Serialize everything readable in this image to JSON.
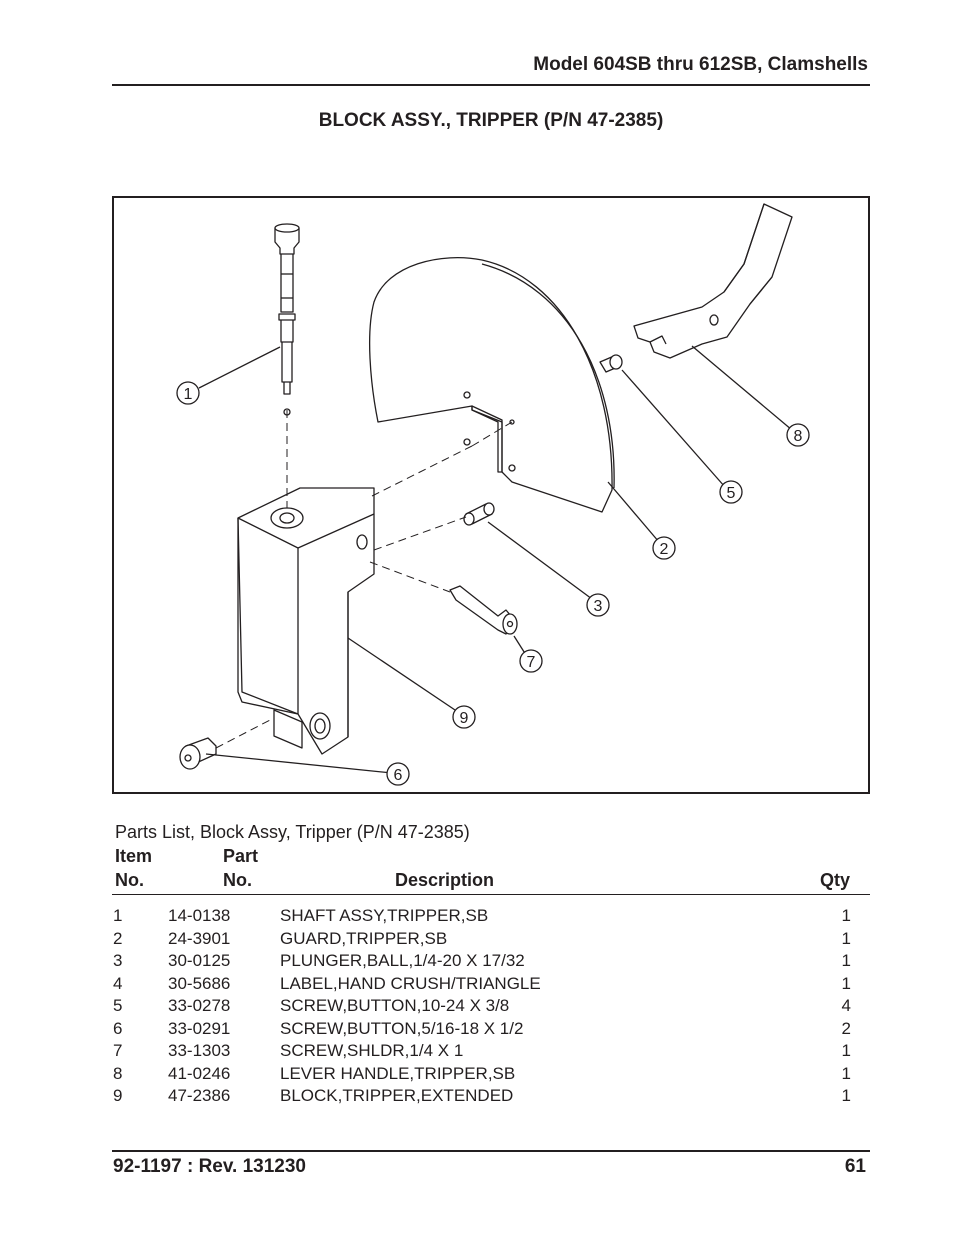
{
  "header": {
    "model": "Model 604SB thru 612SB, Clamshells"
  },
  "title": "BLOCK ASSY., TRIPPER (P/N 47-2385)",
  "diagram": {
    "callouts": [
      "1",
      "8",
      "5",
      "2",
      "3",
      "7",
      "9",
      "6"
    ]
  },
  "parts": {
    "caption": "Parts List, Block Assy, Tripper (P/N 47-2385)",
    "headers": {
      "item_line1": "Item",
      "item_line2": "No.",
      "part_line1": "Part",
      "part_line2": "No.",
      "description": "Description",
      "qty": "Qty"
    },
    "rows": [
      {
        "item": "1",
        "part": "14-0138",
        "description": "SHAFT ASSY,TRIPPER,SB",
        "qty": "1"
      },
      {
        "item": "2",
        "part": "24-3901",
        "description": "GUARD,TRIPPER,SB",
        "qty": "1"
      },
      {
        "item": "3",
        "part": "30-0125",
        "description": "PLUNGER,BALL,1/4-20 X 17/32",
        "qty": "1"
      },
      {
        "item": "4",
        "part": "30-5686",
        "description": "LABEL,HAND CRUSH/TRIANGLE",
        "qty": "1"
      },
      {
        "item": "5",
        "part": "33-0278",
        "description": "SCREW,BUTTON,10-24 X 3/8",
        "qty": "4"
      },
      {
        "item": "6",
        "part": "33-0291",
        "description": "SCREW,BUTTON,5/16-18 X 1/2",
        "qty": "2"
      },
      {
        "item": "7",
        "part": "33-1303",
        "description": "SCREW,SHLDR,1/4 X 1",
        "qty": "1"
      },
      {
        "item": "8",
        "part": "41-0246",
        "description": "LEVER HANDLE,TRIPPER,SB",
        "qty": "1"
      },
      {
        "item": "9",
        "part": "47-2386",
        "description": "BLOCK,TRIPPER,EXTENDED",
        "qty": "1"
      }
    ]
  },
  "footer": {
    "doc": "92-1197 : Rev. 131230",
    "page": "61"
  }
}
